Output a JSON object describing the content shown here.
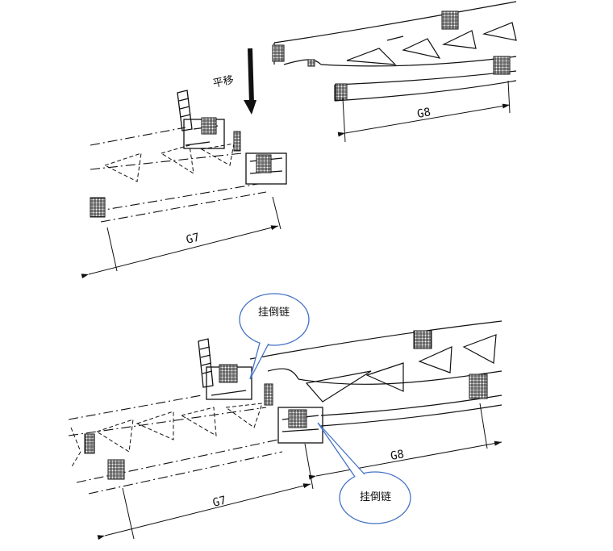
{
  "top_panel": {
    "move_label": "平移",
    "left_segment_label": "G7",
    "right_segment_label": "G8"
  },
  "bottom_panel": {
    "left_segment_label": "G7",
    "right_segment_label": "G8",
    "callouts": [
      {
        "text": "挂倒链"
      },
      {
        "text": "挂倒链"
      }
    ]
  },
  "colors": {
    "line": "#111111",
    "callout_border": "#4472c4"
  }
}
